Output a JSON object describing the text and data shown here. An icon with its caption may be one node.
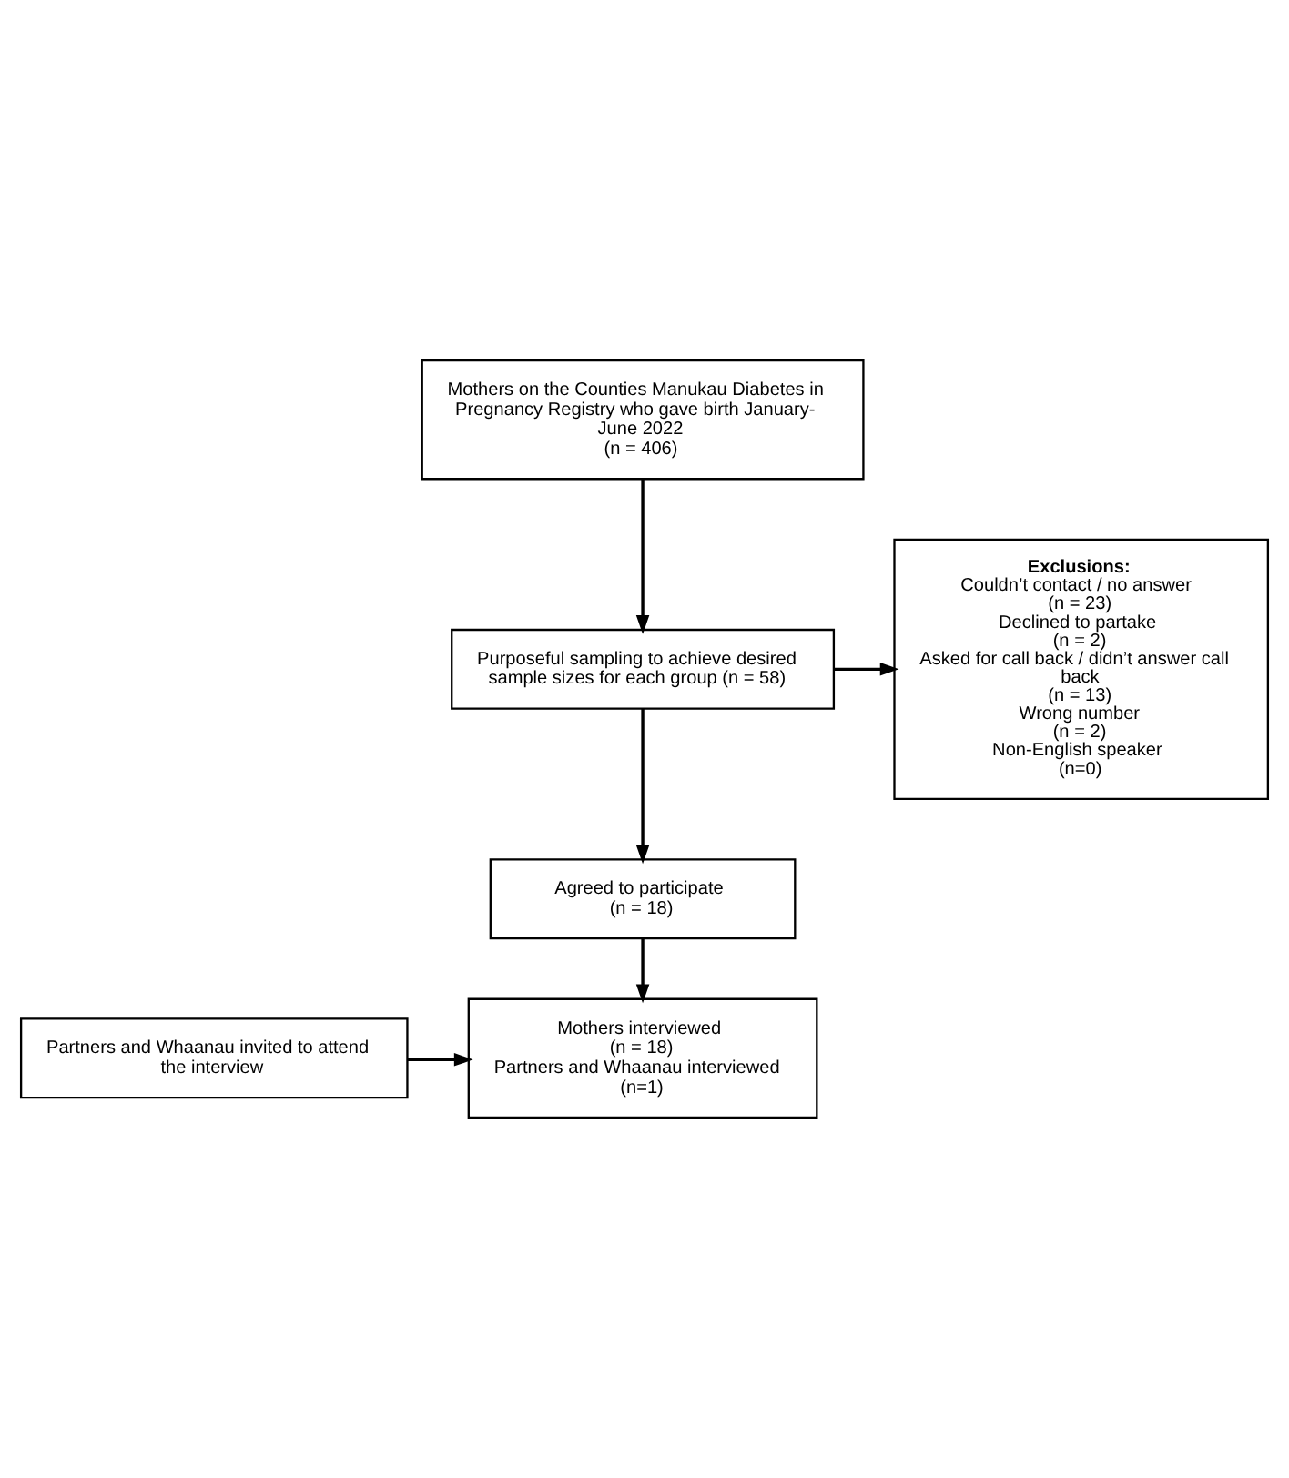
{
  "diagram": {
    "nodes": [
      {
        "text": [
          "Mothers on the Counties Manukau Diabetes in Pregnancy Registry who gave birth January-June 2022",
          "(n = 406)"
        ]
      },
      {
        "text": [
          "Purposeful sampling to achieve desired sample sizes for each group (n = 58)"
        ]
      },
      {
        "text": [
          "Exclusions:",
          "Couldn’t contact / no answer",
          "(n = 23)",
          "Declined to partake",
          "(n = 2)",
          "Asked for call back / didn’t answer call back",
          "(n = 13)",
          "Wrong number",
          "(n = 2)",
          "Non-English speaker",
          "(n=0)"
        ]
      },
      {
        "text": [
          "Agreed to participate",
          "(n = 18)"
        ]
      },
      {
        "text": [
          "Partners and Whaanau invited to attend the interview"
        ]
      },
      {
        "text": [
          "Mothers interviewed",
          "(n = 18)",
          "Partners and Whaanau interviewed",
          "(n=1)"
        ]
      }
    ],
    "edges": [
      {
        "from": 0,
        "to": 1,
        "arrow": "to"
      },
      {
        "from": 1,
        "to": 3,
        "arrow": "to"
      },
      {
        "from": 1,
        "to": 2,
        "arrow": "to"
      },
      {
        "from": 3,
        "to": 5,
        "arrow": "to"
      },
      {
        "from": 4,
        "to": 5,
        "arrow": "to"
      }
    ]
  }
}
